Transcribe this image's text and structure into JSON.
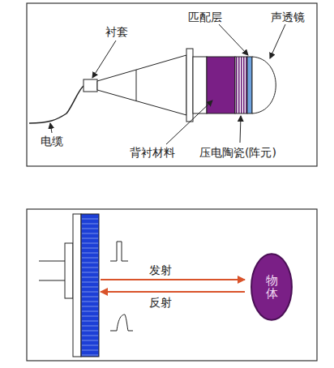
{
  "diagram": {
    "nodes": [
      {
        "text": [
          "物体"
        ]
      }
    ],
    "labels": [
      "衬套",
      "匹配层",
      "声透镜",
      "电缆",
      "背衬材料",
      "压电陶瓷(阵元)",
      "发射",
      "反射"
    ]
  }
}
